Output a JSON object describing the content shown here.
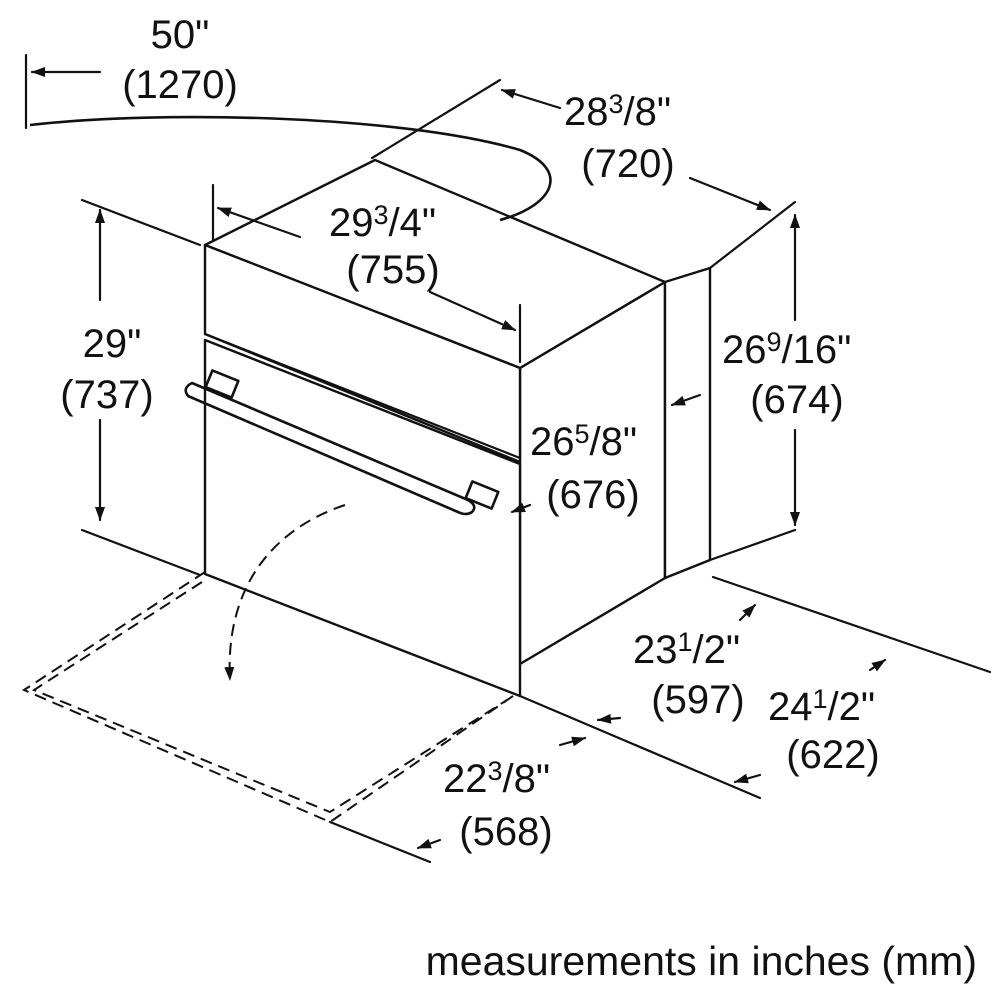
{
  "dimensions": {
    "cord": {
      "in": "50\"",
      "mm": "(1270)"
    },
    "depth_overall": {
      "whole": "28",
      "num": "3",
      "den": "/8\"",
      "mm": "(720)"
    },
    "width": {
      "whole": "29",
      "num": "3",
      "den": "/4\"",
      "mm": "(755)"
    },
    "height": {
      "in": "29\"",
      "mm": "(737)"
    },
    "height_body": {
      "whole": "26",
      "num": "9",
      "den": "/16\"",
      "mm": "(674)"
    },
    "door_height": {
      "whole": "26",
      "num": "5",
      "den": "/8\"",
      "mm": "(676)"
    },
    "depth_body": {
      "whole": "23",
      "num": "1",
      "den": "/2\"",
      "mm": "(597)"
    },
    "depth_total": {
      "whole": "24",
      "num": "1",
      "den": "/2\"",
      "mm": "(622)"
    },
    "door_open": {
      "whole": "22",
      "num": "3",
      "den": "/8\"",
      "mm": "(568)"
    }
  },
  "caption": "measurements in inches (mm)"
}
